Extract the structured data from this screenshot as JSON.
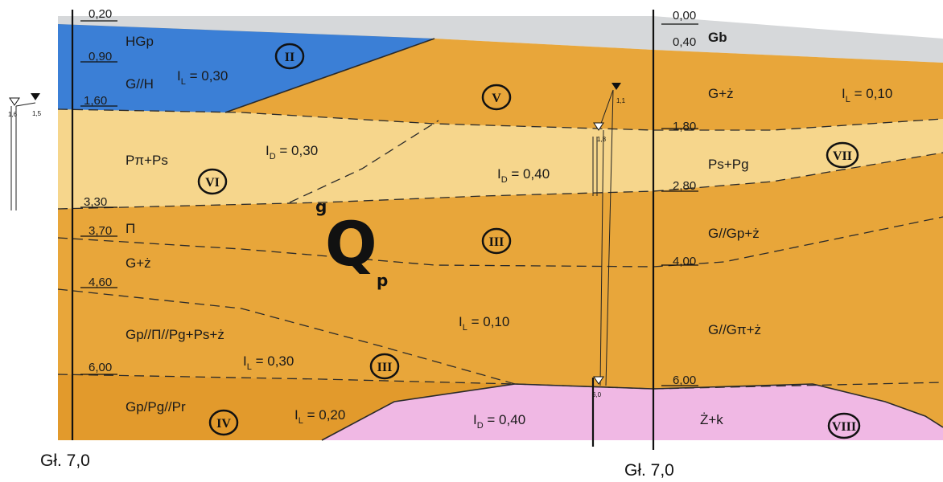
{
  "boreholes": {
    "left": {
      "depths": [
        "0,20",
        "0,90",
        "1,60",
        "3,30",
        "3,70",
        "4,60",
        "6,00"
      ],
      "bottom": "Gł. 7,0",
      "water_marks": [
        "1,6",
        "1,5"
      ]
    },
    "middle": {
      "water_marks": [
        "1,1",
        "1,8",
        "6,0"
      ]
    },
    "right": {
      "depths": [
        "0,00",
        "0,40",
        "1,80",
        "2,80",
        "4,00",
        "6,00"
      ],
      "bottom": "Gł. 7,0"
    }
  },
  "soils": {
    "hgp": "HGp",
    "gh": "G//H",
    "gb": "Gb",
    "gz_right": "G+ż",
    "ppi_ps": "Pπ+Ps",
    "ps_pg": "Ps+Pg",
    "pi": "Π",
    "gz_left": "G+ż",
    "g_gpz": "G//Gp+ż",
    "gp_mix": "Gp//Π//Pg+Ps+ż",
    "g_gpiz": "G//Gπ+ż",
    "gp_pg_pr": "Gp/Pg//Pr",
    "zk": "Ż+k"
  },
  "params": {
    "il_030_top": {
      "sym": "I",
      "sub": "L",
      "val": " = 0,30"
    },
    "il_010_top": {
      "sym": "I",
      "sub": "L",
      "val": " = 0,10"
    },
    "id_030": {
      "sym": "I",
      "sub": "D",
      "val": " = 0,30"
    },
    "id_040_mid": {
      "sym": "I",
      "sub": "D",
      "val": " = 0,40"
    },
    "il_010_mid": {
      "sym": "I",
      "sub": "L",
      "val": " = 0,10"
    },
    "il_030_low": {
      "sym": "I",
      "sub": "L",
      "val": " = 0,30"
    },
    "il_020": {
      "sym": "I",
      "sub": "L",
      "val": " = 0,20"
    },
    "id_040_low": {
      "sym": "I",
      "sub": "D",
      "val": " = 0,40"
    }
  },
  "layer_ids": {
    "II": "II",
    "V": "V",
    "VI": "VI",
    "VII": "VII",
    "III_a": "III",
    "III_b": "III",
    "IV": "IV",
    "VIII": "VIII"
  },
  "stratigraphy": {
    "letter": "Q",
    "sub": "p",
    "prefix": "g"
  },
  "colors": {
    "peat_blue": "#3b7fd6",
    "clay_orange": "#e8a63a",
    "sand_yellow": "#f6d68c",
    "gravel_pink": "#f0b8e4",
    "topsoil_gray": "#d6d8da"
  }
}
